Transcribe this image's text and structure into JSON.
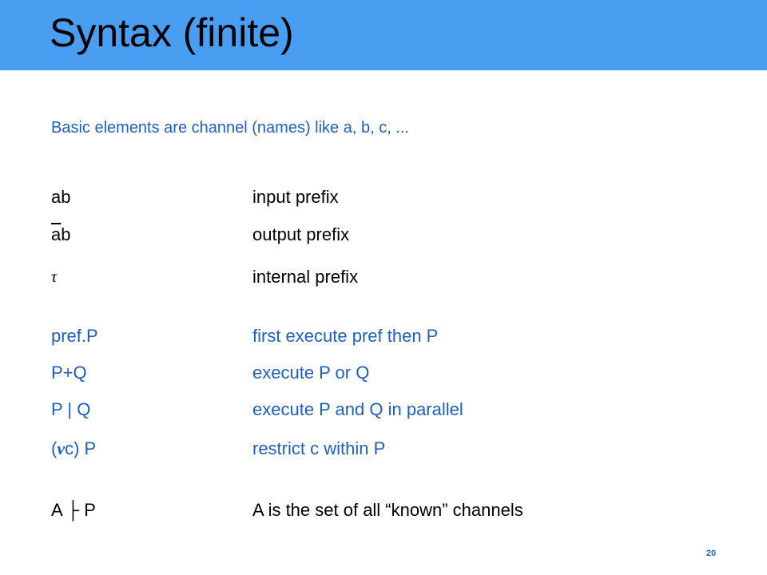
{
  "header": {
    "title": "Syntax (finite)"
  },
  "intro_text": "Basic elements are channel (names) like a, b, c, ...",
  "prefix_rows": [
    {
      "term": "ab",
      "desc": "input prefix"
    },
    {
      "term_overlined": "a",
      "term_rest": "b",
      "desc": "output prefix"
    },
    {
      "term": "τ",
      "desc": "internal prefix"
    }
  ],
  "process_rows": [
    {
      "term": "pref.P",
      "desc": "first execute pref then P"
    },
    {
      "term": "P+Q",
      "desc": "execute P or Q"
    },
    {
      "term": "P | Q",
      "desc": "execute P and Q in parallel"
    },
    {
      "term_open": "(",
      "term_symbol": "ν",
      "term_close": "c) P",
      "desc": "restrict c within P"
    }
  ],
  "judgement_row": {
    "term": "A ├  P",
    "desc": "A is the set of all “known” channels"
  },
  "page_number": "20",
  "colors": {
    "title_bar": "#4a9ef2",
    "body_text": "#1f5fbf",
    "term_text": "#000000"
  }
}
